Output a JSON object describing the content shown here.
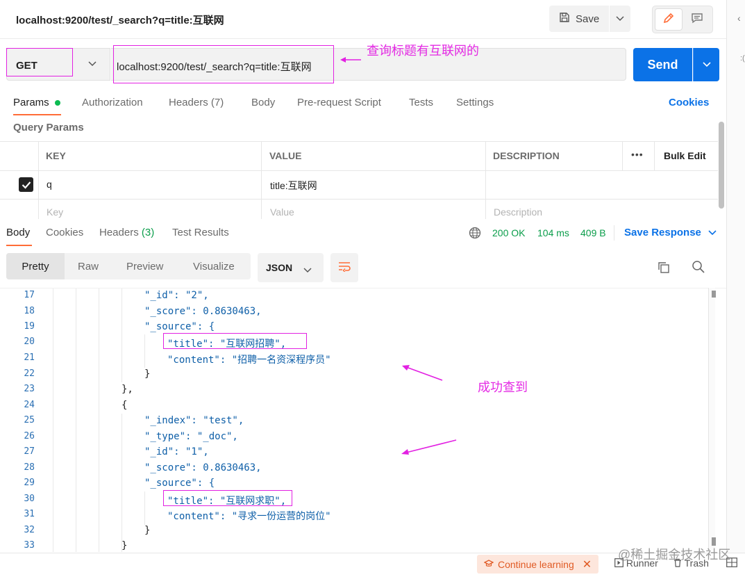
{
  "header": {
    "title": "localhost:9200/test/_search?q=title:互联网",
    "save_label": "Save"
  },
  "request": {
    "method": "GET",
    "url": "localhost:9200/test/_search?q=title:互联网",
    "send_label": "Send"
  },
  "annotations": {
    "url_note": "查询标题有互联网的",
    "result_note": "成功查到"
  },
  "request_tabs": [
    {
      "label": "Params"
    },
    {
      "label": "Authorization"
    },
    {
      "label": "Headers (7)"
    },
    {
      "label": "Body"
    },
    {
      "label": "Pre-request Script"
    },
    {
      "label": "Tests"
    },
    {
      "label": "Settings"
    }
  ],
  "cookies_link": "Cookies",
  "query_params_label": "Query Params",
  "params_table": {
    "headers": {
      "key": "KEY",
      "value": "VALUE",
      "description": "DESCRIPTION",
      "bulk_edit": "Bulk Edit"
    },
    "rows": [
      {
        "key": "q",
        "value": "title:互联网",
        "checked": true
      }
    ],
    "placeholders": {
      "key": "Key",
      "value": "Value",
      "description": "Description"
    }
  },
  "response_tabs": {
    "body": "Body",
    "cookies": "Cookies",
    "headers_label": "Headers",
    "headers_count": "(3)",
    "test_results": "Test Results"
  },
  "response_status": {
    "status": "200 OK",
    "time": "104 ms",
    "size": "409 B",
    "save_response": "Save Response"
  },
  "view_options": {
    "pretty": "Pretty",
    "raw": "Raw",
    "preview": "Preview",
    "visualize": "Visualize",
    "language": "JSON"
  },
  "code_lines": [
    {
      "num": "17",
      "text": "\"_id\": \"2\","
    },
    {
      "num": "18",
      "text": "\"_score\": 0.8630463,"
    },
    {
      "num": "19",
      "text": "\"_source\": {"
    },
    {
      "num": "20",
      "text": "\"title\": \"互联网招聘\","
    },
    {
      "num": "21",
      "text": "\"content\": \"招聘一名资深程序员\""
    },
    {
      "num": "22",
      "text": "}"
    },
    {
      "num": "23",
      "text": "},"
    },
    {
      "num": "24",
      "text": "{"
    },
    {
      "num": "25",
      "text": "\"_index\": \"test\","
    },
    {
      "num": "26",
      "text": "\"_type\": \"_doc\","
    },
    {
      "num": "27",
      "text": "\"_id\": \"1\","
    },
    {
      "num": "28",
      "text": "\"_score\": 0.8630463,"
    },
    {
      "num": "29",
      "text": "\"_source\": {"
    },
    {
      "num": "30",
      "text": "\"title\": \"互联网求职\","
    },
    {
      "num": "31",
      "text": "\"content\": \"寻求一份运营的岗位\""
    },
    {
      "num": "32",
      "text": "}"
    },
    {
      "num": "33",
      "text": "}"
    }
  ],
  "status_bar": {
    "continue_learning": "Continue learning",
    "runner": "Runner",
    "trash": "Trash"
  },
  "watermark": "@稀土掘金技术社区",
  "colors": {
    "accent": "#0b72e7",
    "tab_indicator": "#ff6c37",
    "status_green": "#0a9d4a",
    "annotation": "#e221e2"
  }
}
